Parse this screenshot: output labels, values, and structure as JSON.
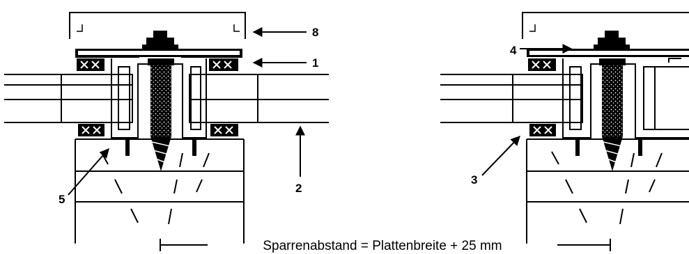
{
  "labels": {
    "cap": "8",
    "profile": "1",
    "panel": "2",
    "seal_bottom": "3",
    "seal_top": "4",
    "rafter": "5"
  },
  "dimension": {
    "text": "Sparrenabstand = Plattenbreite + 25 mm"
  }
}
